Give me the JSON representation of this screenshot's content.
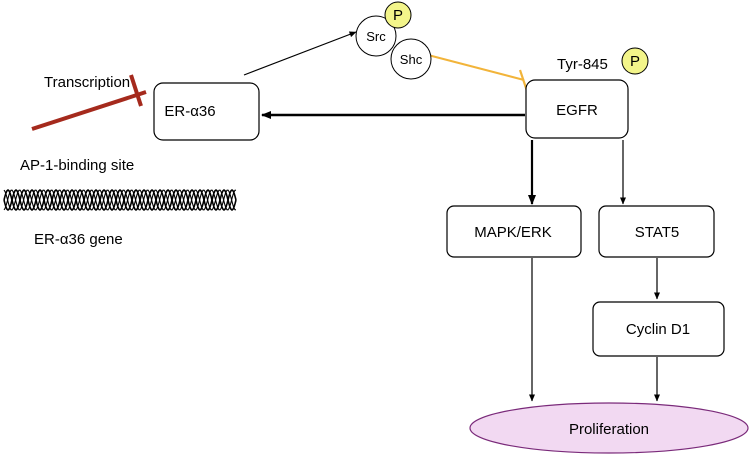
{
  "nodes": {
    "er_alpha36": "ER-α36",
    "egfr": "EGFR",
    "mapk_erk": "MAPK/ERK",
    "stat5": "STAT5",
    "cyclin_d1": "Cyclin D1",
    "proliferation": "Proliferation",
    "src": "Src",
    "shc": "Shc"
  },
  "labels": {
    "transcription": "Transcription",
    "tyr845": "Tyr-845",
    "ap1_site": "AP-1-binding site",
    "er_gene": "ER-α36 gene",
    "phospho": "P"
  },
  "colors": {
    "proliferation_fill": "#f2d9f2",
    "phospho_fill": "#f3f58a",
    "inhibition_red": "#a52a1d",
    "inhibition_orange": "#f2b43a"
  }
}
